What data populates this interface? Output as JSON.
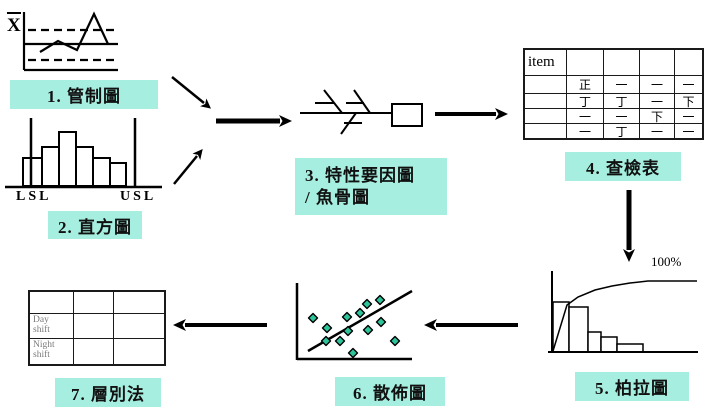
{
  "title": "QC seven tools flow diagram",
  "colors": {
    "label_bg": "#a6efe0",
    "dot_fill": "#2ec49b",
    "ink": "#000000"
  },
  "control_chart": {
    "axis_label": "X",
    "label": "1. 管制圖",
    "line_points": [
      [
        40,
        52
      ],
      [
        58,
        41
      ],
      [
        77,
        50
      ],
      [
        94,
        14
      ],
      [
        108,
        44
      ]
    ]
  },
  "histogram": {
    "label": "2. 直方圖",
    "lsl": "LSL",
    "usl": "USL",
    "baseline": 186,
    "bars": [
      [
        23,
        158,
        19
      ],
      [
        42,
        147,
        17
      ],
      [
        59,
        132,
        17
      ],
      [
        76,
        147,
        17
      ],
      [
        93,
        158,
        17
      ],
      [
        110,
        163,
        16
      ]
    ]
  },
  "fishbone": {
    "label_line1": "3. 特性要因圖",
    "label_line2": "/ 魚骨圖"
  },
  "checksheet": {
    "label": "4. 查檢表",
    "cells": [
      [
        "item",
        "",
        "",
        "",
        ""
      ],
      [
        "",
        "正",
        "一",
        "一",
        "一"
      ],
      [
        "",
        "丁",
        "丁",
        "一",
        "下"
      ],
      [
        "",
        "一",
        "一",
        "下",
        "一"
      ],
      [
        "",
        "一",
        "丁",
        "一",
        "一"
      ]
    ]
  },
  "pareto": {
    "label": "5. 柏拉圖",
    "percent_label": "100%",
    "baseline": 352,
    "bars": [
      [
        553,
        302,
        16
      ],
      [
        569,
        307,
        19
      ],
      [
        588,
        332,
        13
      ],
      [
        601,
        337,
        16
      ],
      [
        617,
        344,
        26
      ]
    ],
    "cumulative_points": [
      [
        553,
        351
      ],
      [
        567,
        305
      ],
      [
        578,
        297
      ],
      [
        595,
        290
      ],
      [
        612,
        286
      ],
      [
        630,
        283
      ],
      [
        648,
        281
      ],
      [
        697,
        281
      ]
    ]
  },
  "scatter": {
    "label": "6. 散佈圖",
    "points": [
      [
        313,
        318
      ],
      [
        327,
        328
      ],
      [
        326,
        341
      ],
      [
        340,
        341
      ],
      [
        347,
        317
      ],
      [
        348,
        331
      ],
      [
        353,
        353
      ],
      [
        360,
        313
      ],
      [
        367,
        304
      ],
      [
        368,
        330
      ],
      [
        380,
        300
      ],
      [
        381,
        322
      ],
      [
        395,
        341
      ]
    ]
  },
  "stratification": {
    "label": "7. 層別法",
    "cells": [
      [
        "",
        "",
        ""
      ],
      [
        "Day shift",
        "",
        ""
      ],
      [
        "Night shift",
        "",
        ""
      ]
    ]
  }
}
